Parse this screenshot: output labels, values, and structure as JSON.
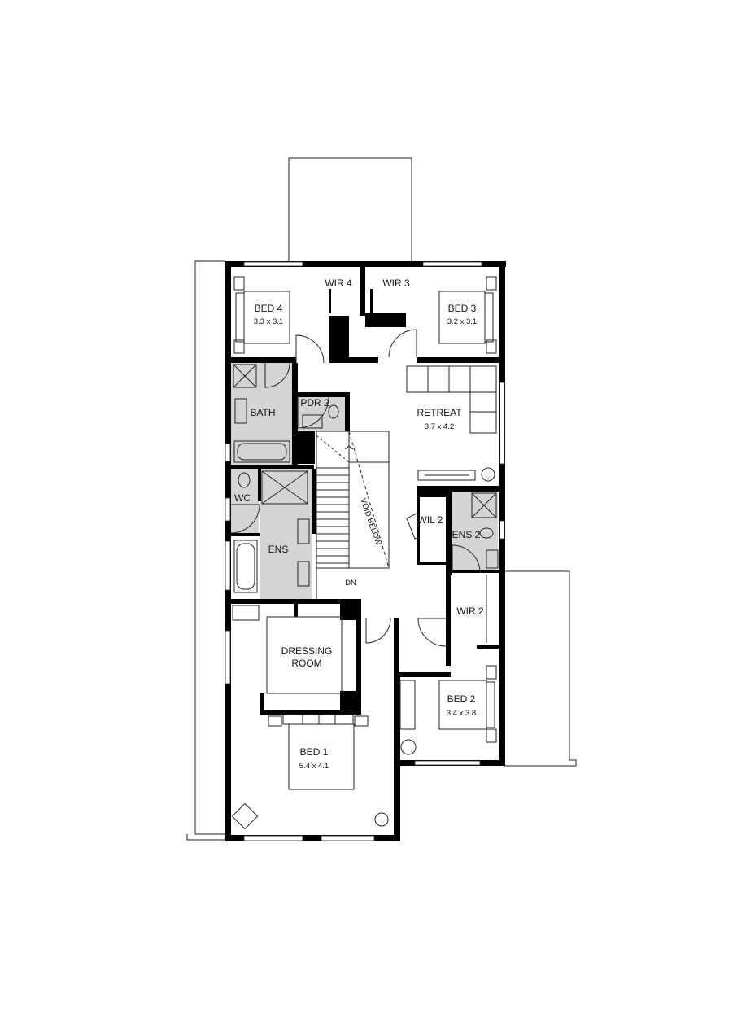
{
  "rooms": {
    "bed4": {
      "name": "BED 4",
      "size": "3.3 x 3.1"
    },
    "wir4": {
      "name": "WIR 4"
    },
    "wir3": {
      "name": "WIR 3"
    },
    "bed3": {
      "name": "BED 3",
      "size": "3.2 x 3.1"
    },
    "bath": {
      "name": "BATH"
    },
    "pdr2": {
      "name": "PDR 2"
    },
    "retreat": {
      "name": "RETREAT",
      "size": "3.7 x 4.2"
    },
    "wc": {
      "name": "WC"
    },
    "ens": {
      "name": "ENS"
    },
    "void": {
      "name": "VOID BELOW"
    },
    "stair": {
      "name": "DN"
    },
    "wil2": {
      "name": "WIL 2"
    },
    "ens2": {
      "name": "ENS 2"
    },
    "wir2": {
      "name": "WIR 2"
    },
    "dressing": {
      "line1": "DRESSING",
      "line2": "ROOM"
    },
    "bed2": {
      "name": "BED 2",
      "size": "3.4 x 3.8"
    },
    "bed1": {
      "name": "BED 1",
      "size": "5.4 x 4.1"
    }
  },
  "colors": {
    "wall": "#000000",
    "wet_area": "#d4d4d4",
    "outline": "#222222"
  }
}
